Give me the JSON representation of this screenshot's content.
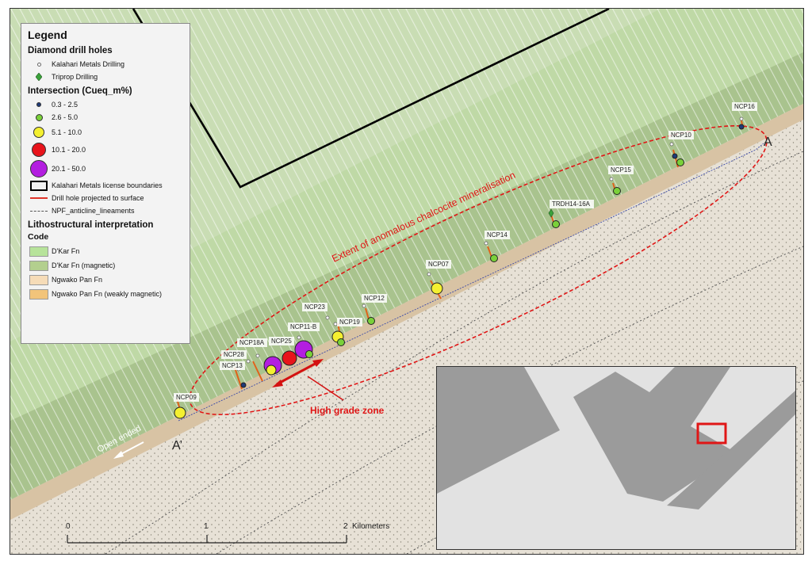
{
  "legend": {
    "title": "Legend",
    "drill_section": "Diamond drill holes",
    "drill_items": [
      {
        "label": "Kalahari Metals Drilling",
        "icon": "small-white-dot-icon"
      },
      {
        "label": "Triprop Drilling",
        "icon": "green-diamond-icon"
      }
    ],
    "intersection_section": "Intersection (Cueq_m%)",
    "intersection_items": [
      {
        "label": "0.3 - 2.5",
        "color": "#1f3a78"
      },
      {
        "label": "2.6 - 5.0",
        "color": "#7ad13a"
      },
      {
        "label": "5.1 - 10.0",
        "color": "#f4f030"
      },
      {
        "label": "10.1 - 20.0",
        "color": "#e8141b"
      },
      {
        "label": "20.1 - 50.0",
        "color": "#b31ee0"
      }
    ],
    "other_items": [
      {
        "label": "Kalahari Metals license boundaries",
        "icon": "black-rectangle-icon"
      },
      {
        "label": "Drill hole projected to surface",
        "icon": "red-line-icon"
      },
      {
        "label": "NPF_anticline_lineaments",
        "icon": "dashed-line-icon"
      }
    ],
    "litho_section": "Lithostructural interpretation",
    "code_label": "Code",
    "litho_items": [
      {
        "label": "D'Kar Fn",
        "color": "#b7e39a"
      },
      {
        "label": "D'Kar Fn (magnetic)",
        "color": "#b3cf8e"
      },
      {
        "label": "Ngwako Pan Fn",
        "color": "#f6dcb8"
      },
      {
        "label": "Ngwako Pan Fn (weakly magnetic)",
        "color": "#f2c47a"
      }
    ]
  },
  "map": {
    "section_start_label": "A",
    "section_end_label": "A’",
    "extent_label": "Extent of anomalous chalcocite mineralisation",
    "high_grade_label": "High grade zone",
    "open_ended_label": "Open ended",
    "drill_holes": [
      {
        "name": "NCP16",
        "grade_class": "0.3 - 2.5"
      },
      {
        "name": "NCP10",
        "grade_class": "2.6 - 5.0"
      },
      {
        "name": "NCP15",
        "grade_class": "2.6 - 5.0"
      },
      {
        "name": "TRDH14-16A",
        "grade_class": "2.6 - 5.0"
      },
      {
        "name": "NCP14",
        "grade_class": "2.6 - 5.0"
      },
      {
        "name": "NCP07",
        "grade_class": "5.1 - 10.0"
      },
      {
        "name": "NCP12",
        "grade_class": "2.6 - 5.0"
      },
      {
        "name": "NCP23",
        "grade_class": "5.1 - 10.0"
      },
      {
        "name": "NCP19",
        "grade_class": "2.6 - 5.0"
      },
      {
        "name": "NCP11-B",
        "grade_class": "20.1 - 50.0"
      },
      {
        "name": "NCP25",
        "grade_class": "10.1 - 20.0"
      },
      {
        "name": "NCP18A",
        "grade_class": "20.1 - 50.0"
      },
      {
        "name": "NCP28",
        "grade_class": "5.1 - 10.0"
      },
      {
        "name": "NCP13",
        "grade_class": "0.3 - 2.5"
      },
      {
        "name": "NCP09",
        "grade_class": "5.1 - 10.0"
      }
    ]
  },
  "scale": {
    "ticks": [
      "0",
      "1",
      "2"
    ],
    "unit": "Kilometers"
  },
  "colors": {
    "license_boundary": "#000000",
    "annotation_red": "#e01616",
    "high_grade_arrow": "#d41111",
    "inset_land": "#9b9b9b",
    "inset_bg": "#e2e2e2"
  }
}
